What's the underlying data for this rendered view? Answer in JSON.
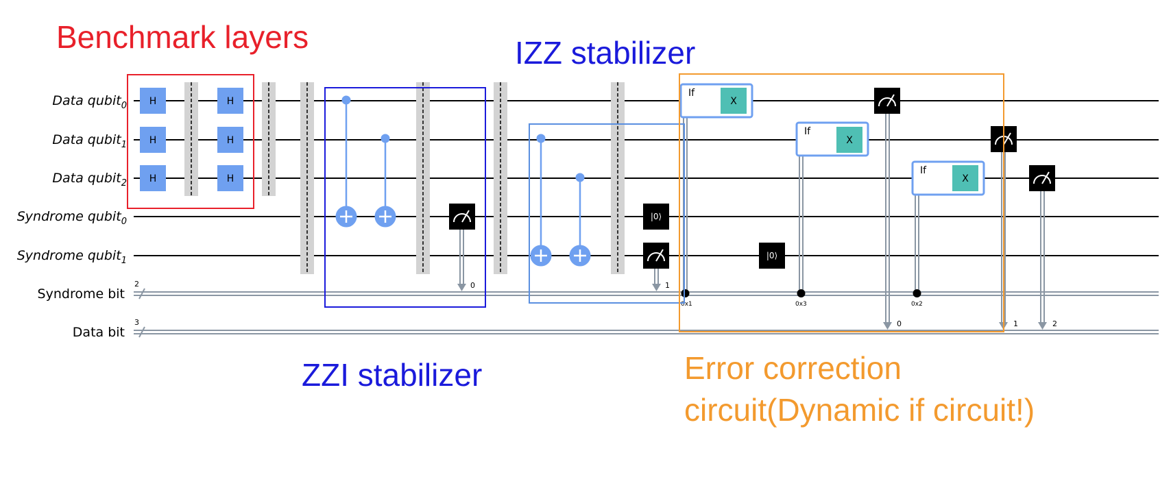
{
  "wires": {
    "data_qubit": "Data qubit",
    "syndrome_qubit": "Syndrome qubit",
    "sub0": "0",
    "sub1": "1",
    "sub2": "2",
    "syndrome_bit": "Syndrome bit",
    "data_bit": "Data bit",
    "syndrome_bit_size": "2",
    "data_bit_size": "3"
  },
  "gates": {
    "h": "H",
    "x": "X",
    "if": "If",
    "reset": "|0⟩"
  },
  "measure_targets": {
    "m1": "0",
    "m2": "1",
    "m3": "0",
    "m4": "1",
    "m5": "2"
  },
  "conditions": {
    "c1": "0x1",
    "c2": "0x3",
    "c3": "0x2"
  },
  "annotations": {
    "benchmark": "Benchmark layers",
    "izz": "IZZ stabilizer",
    "zzi": "ZZI stabilizer",
    "error_line1": "Error correction",
    "error_line2": "circuit(Dynamic if circuit!)"
  },
  "colors": {
    "gate_blue": "#6fa0f0",
    "x_teal": "#4fbfb4",
    "barrier": "#d3d3d3",
    "classical": "#8a96a3",
    "benchmark_red": "#e8202a",
    "stabilizer_blue": "#1a1adb",
    "izz_box": "#5a8fe0",
    "error_orange": "#f39a2e"
  }
}
